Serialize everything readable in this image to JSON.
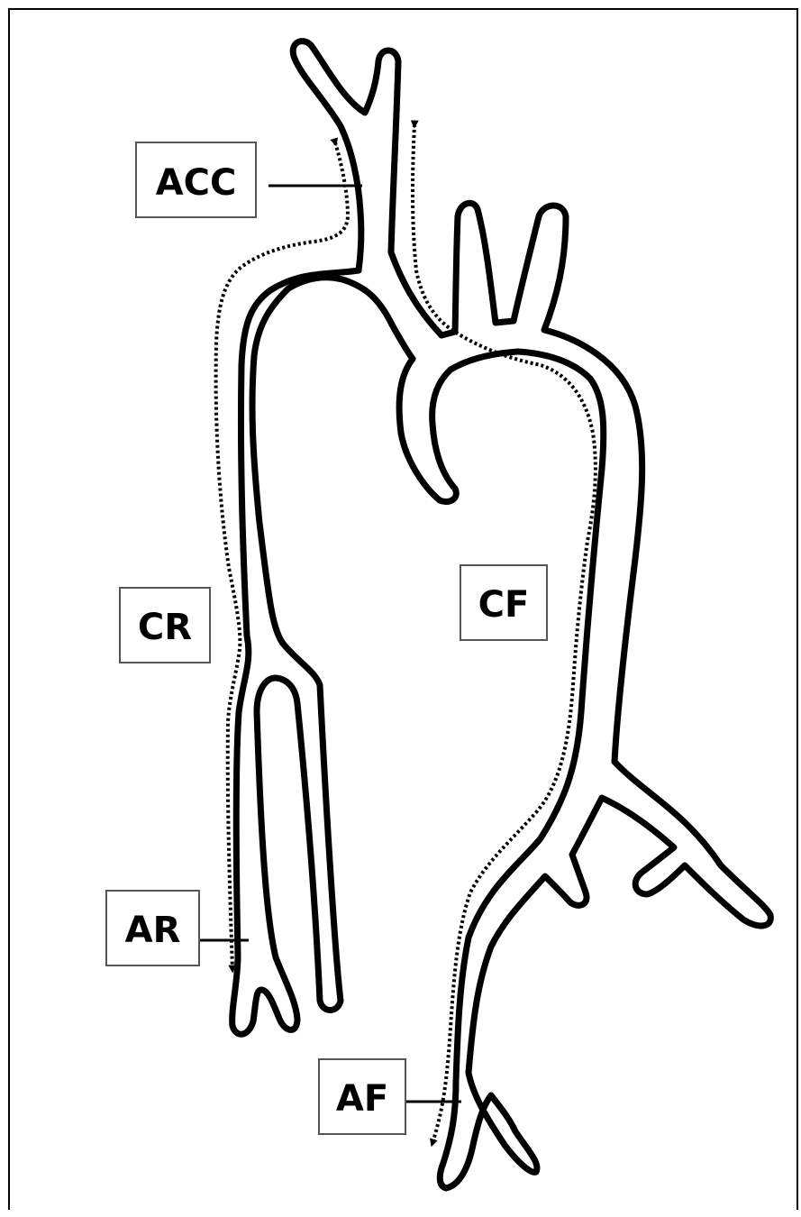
{
  "diagram": {
    "colors": {
      "ink": "#000000",
      "background": "#ffffff",
      "label_border": "#555555"
    },
    "labels": {
      "acc": "ACC",
      "cr": "CR",
      "cf": "CF",
      "ar": "AR",
      "af": "AF"
    }
  }
}
